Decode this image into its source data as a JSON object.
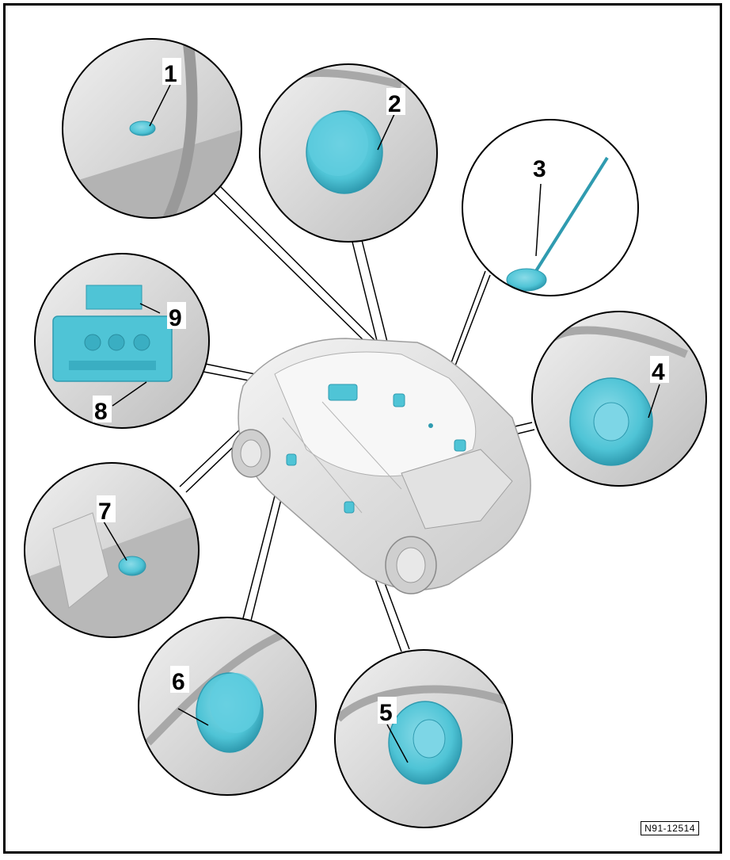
{
  "callouts": [
    {
      "id": "1",
      "label": "1"
    },
    {
      "id": "2",
      "label": "2"
    },
    {
      "id": "3",
      "label": "3"
    },
    {
      "id": "4",
      "label": "4"
    },
    {
      "id": "5",
      "label": "5"
    },
    {
      "id": "6",
      "label": "6"
    },
    {
      "id": "7",
      "label": "7"
    },
    {
      "id": "8",
      "label": "8"
    },
    {
      "id": "9",
      "label": "9"
    }
  ],
  "figure_ref": "N91-12514",
  "colors": {
    "component": "#4fc4d6",
    "component_dark": "#2f9bb0",
    "background_grey": "#d8d8d8",
    "car_body": "#e6e6e6"
  }
}
